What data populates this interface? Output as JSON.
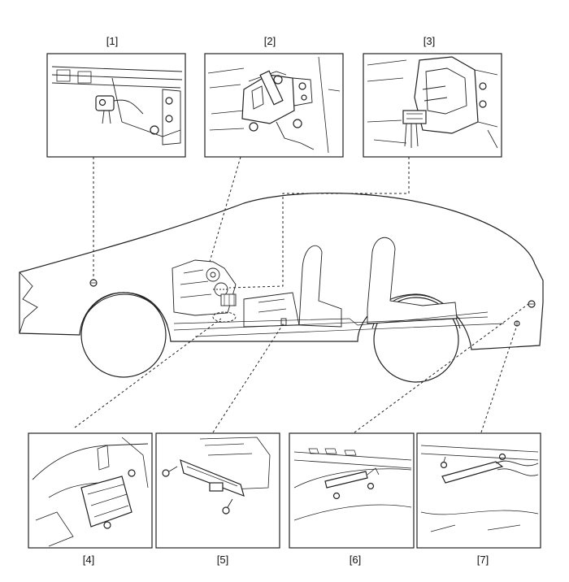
{
  "labels": {
    "l1": "[1]",
    "l2": "[2]",
    "l3": "[3]",
    "l4": "[4]",
    "l5": "[5]",
    "l6": "[6]",
    "l7": "[7]"
  }
}
